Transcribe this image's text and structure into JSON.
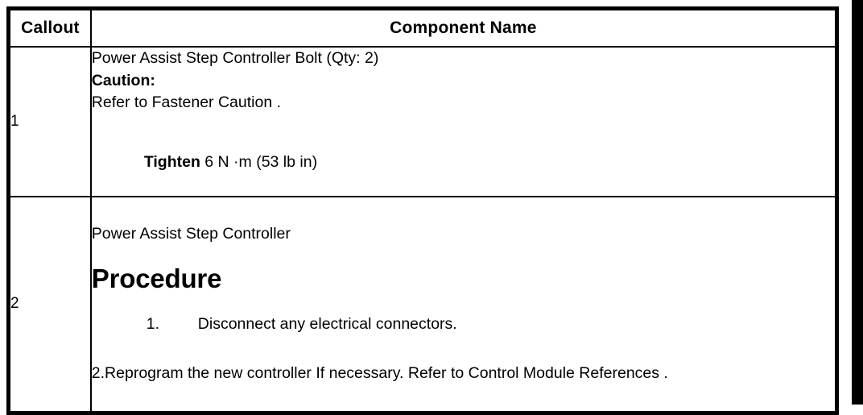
{
  "table": {
    "headers": {
      "callout": "Callout",
      "component_name": "Component Name"
    },
    "rows": [
      {
        "callout": "1",
        "title": "Power Assist Step Controller Bolt (Qty: 2)",
        "caution_label": "Caution:",
        "caution_text": "Refer to Fastener Caution .",
        "torque_label": "Tighten",
        "torque_value": " 6 N ·m (53 lb in)"
      },
      {
        "callout": "2",
        "title": "Power Assist Step Controller",
        "procedure_heading": "Procedure",
        "steps": [
          {
            "number": "1.",
            "text": "Disconnect any electrical connectors."
          }
        ],
        "final_note": "2.Reprogram the new controller If necessary. Refer to Control Module References ."
      }
    ]
  },
  "colors": {
    "border": "#000000",
    "text": "#000000",
    "background": "#ffffff"
  }
}
